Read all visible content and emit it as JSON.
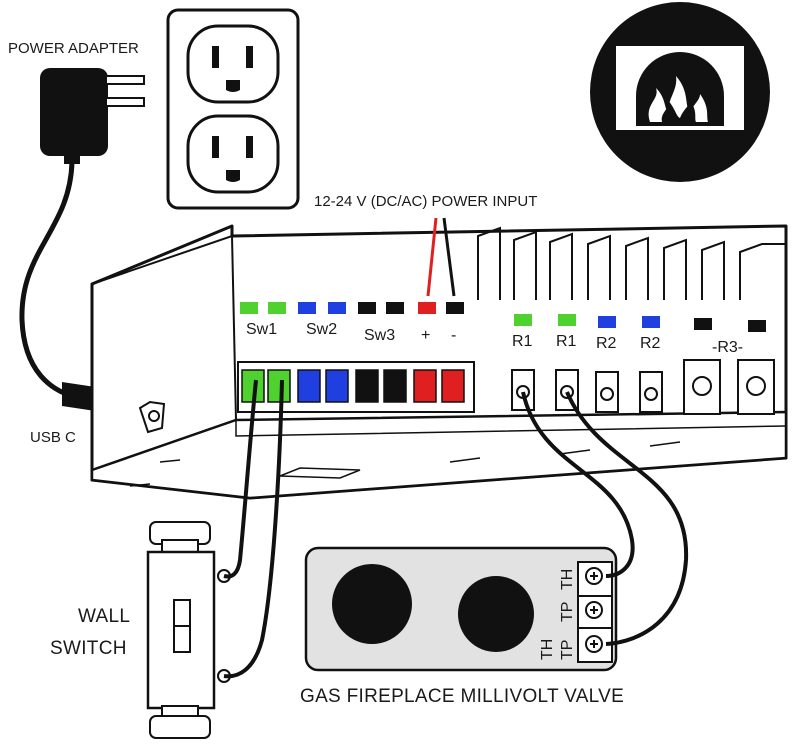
{
  "labels": {
    "power_adapter": "POWER ADAPTER",
    "usb_c": "USB C",
    "power_input": "12-24 V (DC/AC) POWER INPUT",
    "wall_switch_line1": "WALL",
    "wall_switch_line2": "SWITCH",
    "valve": "GAS FIREPLACE MILLIVOLT VALVE"
  },
  "terminals_top": {
    "sw1": "Sw1",
    "sw2": "Sw2",
    "sw3": "Sw3",
    "plus": "+",
    "minus": "-"
  },
  "relays": {
    "r1a": "R1",
    "r1b": "R1",
    "r2a": "R2",
    "r2b": "R2",
    "r3": "-R3-"
  },
  "valve_terminals": {
    "th_top": "TH",
    "tp_mid": "TP",
    "th_left": "TH",
    "tp_left": "TP"
  },
  "colors": {
    "green": "#4fd12f",
    "blue": "#1f3fe0",
    "black": "#111111",
    "red": "#e02020",
    "valve_fill": "#e2e2e2",
    "usb_arrow": "#e8141c"
  },
  "icons": {
    "fireplace": "fireplace-icon",
    "outlet": "wall-outlet-icon",
    "adapter": "power-adapter-icon"
  }
}
